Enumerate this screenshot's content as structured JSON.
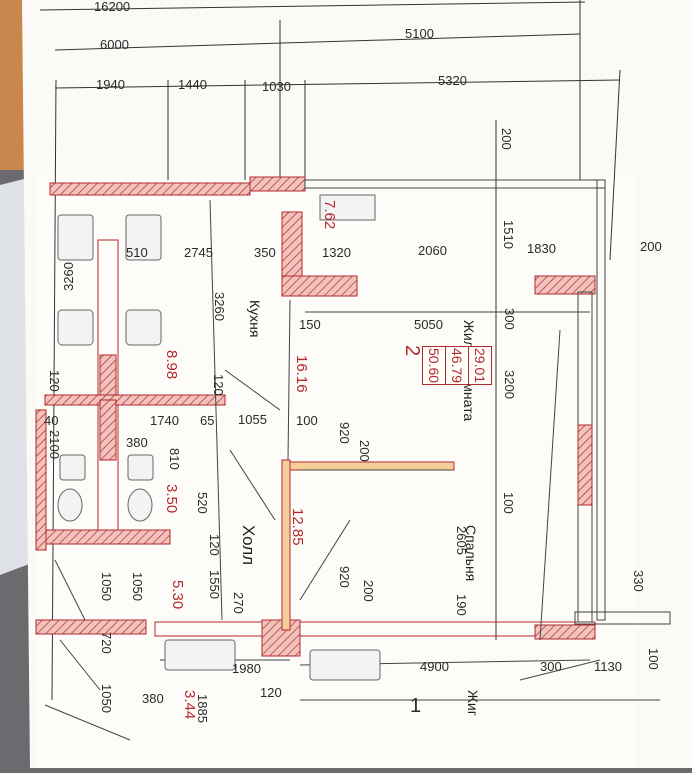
{
  "dims_top": {
    "overall": "16200",
    "row2": [
      "6000",
      "5100"
    ],
    "row3": [
      "1940",
      "1440",
      "1030",
      "5320"
    ]
  },
  "dims_interior": {
    "d200_top": "200",
    "d762": "7.62",
    "d1510": "1510",
    "d510": "510",
    "d2745": "2745",
    "d350": "350",
    "d1320": "1320",
    "d2060": "2060",
    "d1830": "1830",
    "d200_right": "200",
    "d3260_left": "3260",
    "d3260_mid": "3260",
    "d150": "150",
    "d5050": "5050",
    "d300": "300",
    "d3200": "3200",
    "d898": "8.98",
    "d1616": "16.16",
    "d120_a": "120",
    "d120_b": "120",
    "d40": "40",
    "d1740": "1740",
    "d65": "65",
    "d1055": "1055",
    "d100_a": "100",
    "d920_a": "920",
    "d200_b": "200",
    "d2100": "2100",
    "d380": "380",
    "d810": "810",
    "d350_b": "3.50",
    "d520": "520",
    "d100_b": "100",
    "d1285": "12.85",
    "d2605": "2605",
    "d120_c": "120",
    "d1550": "1550",
    "d1050_a": "1050",
    "d1050_b": "1050",
    "d530": "5.30",
    "d270": "270",
    "d920_b": "920",
    "d200_c": "200",
    "d190": "190",
    "d330": "330",
    "d720": "720",
    "d1980": "1980",
    "d4900": "4900",
    "d300_b": "300",
    "d1130": "1130",
    "d100_c": "100",
    "d1050_c": "1050",
    "d380_b": "380",
    "d1885": "1885",
    "d344": "3.44",
    "d120_d": "120",
    "d1": "1"
  },
  "rooms": {
    "kitchen": "Кухня",
    "living": "Жилая комната",
    "bedroom": "Спальня",
    "hall": "Холл",
    "zhil": "Жиг"
  },
  "apartment": {
    "rooms_count": "2",
    "areas": [
      "29.01",
      "46.79",
      "50.60"
    ]
  },
  "colors": {
    "paper": "#fbfaf6",
    "wall": "#b3282d",
    "wall_fill": "#e9a9a3",
    "line": "#3a3a3a",
    "background": "#6b6a6f"
  }
}
